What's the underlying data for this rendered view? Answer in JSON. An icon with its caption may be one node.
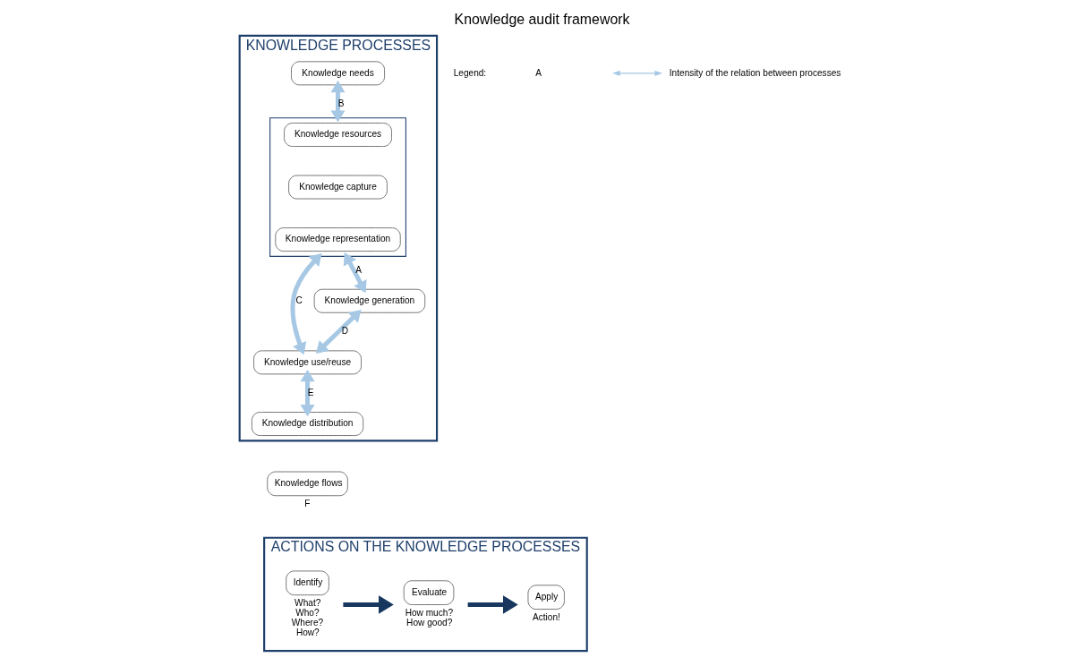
{
  "diagram": {
    "title": "Knowledge audit framework",
    "nodes": [
      {
        "text": [
          "KNOWLEDGE PROCESSES"
        ]
      },
      {
        "text": [
          "Knowledge needs"
        ],
        "in": 0
      },
      {
        "text": [],
        "shape": "box",
        "in": 0
      },
      {
        "text": [
          "Knowledge resources"
        ],
        "in": 2
      },
      {
        "text": [
          "Knowledge capture"
        ],
        "in": 2
      },
      {
        "text": [
          "Knowledge representation"
        ],
        "in": 2
      },
      {
        "text": [
          "Knowledge use/reuse"
        ],
        "in": 0
      },
      {
        "text": [
          "Knowledge generation"
        ],
        "in": 0
      },
      {
        "text": [
          "Knowledge distribution"
        ],
        "in": 0
      },
      {
        "text": [
          "Knowledge flows"
        ],
        "beside": [
          "F"
        ]
      },
      {
        "text": [
          "ACTIONS ON THE KNOWLEDGE PROCESSES"
        ]
      },
      {
        "text": [
          "Identify"
        ],
        "in": 10,
        "beside": [
          "What?",
          "Who?",
          "Where?",
          "How?"
        ]
      },
      {
        "text": [
          "Evaluate"
        ],
        "in": 10,
        "beside": [
          "How much?",
          "How good?"
        ]
      },
      {
        "text": [
          "Apply"
        ],
        "in": 10,
        "beside": [
          "Action!"
        ]
      }
    ],
    "edges": [
      {
        "from": 1,
        "to": 2,
        "arrow": "both",
        "label": "B"
      },
      {
        "from": 2,
        "to": 6,
        "arrow": "both",
        "label": "C"
      },
      {
        "from": 2,
        "to": 7,
        "arrow": "both",
        "label": "A"
      },
      {
        "from": 7,
        "to": 6,
        "arrow": "both",
        "label": "D"
      },
      {
        "from": 6,
        "to": 8,
        "arrow": "both",
        "label": "E"
      },
      {
        "from": 11,
        "to": 12,
        "arrow": "to",
        "color": "#17375e"
      },
      {
        "from": 12,
        "to": 13,
        "arrow": "to",
        "color": "#17375e"
      }
    ],
    "labels": [
      "Legend:",
      "A"
    ],
    "legend": [
      {
        "text": "Intensity of the relation between processes"
      }
    ]
  }
}
